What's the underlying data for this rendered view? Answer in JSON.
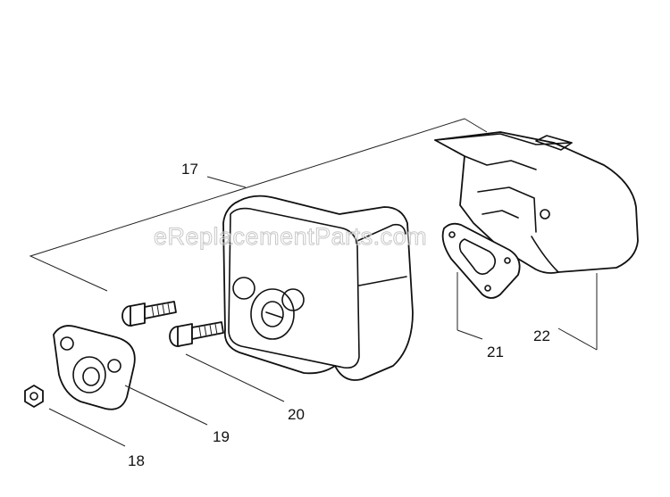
{
  "watermark": "eReplacementParts.com",
  "callouts": [
    {
      "id": "17",
      "label": "17"
    },
    {
      "id": "18",
      "label": "18"
    },
    {
      "id": "19",
      "label": "19"
    },
    {
      "id": "20",
      "label": "20"
    },
    {
      "id": "21",
      "label": "21"
    },
    {
      "id": "22",
      "label": "22"
    }
  ]
}
